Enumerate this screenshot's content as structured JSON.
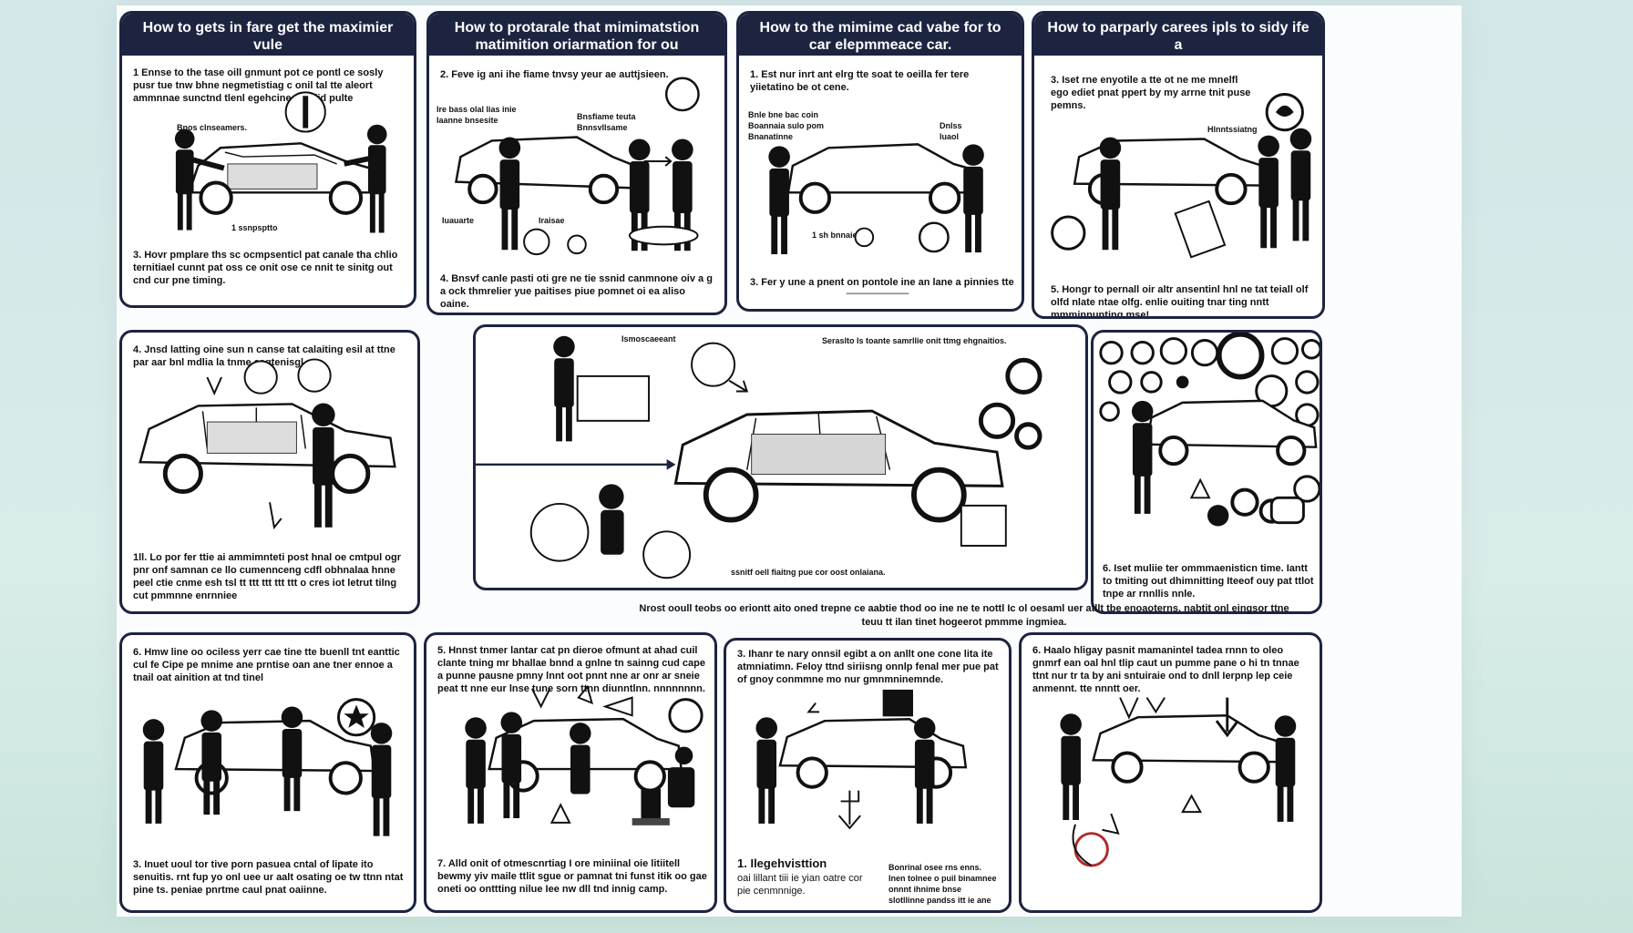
{
  "panels": [
    {
      "id": "p1",
      "title": [
        "How to gets in fare get the maximier vule",
        "use yume car of yer tase sed car"
      ],
      "step_top": "1 Ennse to the tase oill gnmunt pot ce pontl ce sosly pusr tue tnw bhne negmetistiag c onil tal tte aleort ammnnae sunctnd tlenl egehcine c unlid pulte",
      "step_bottom": "3. Hovr pmplare ths sc ocmpsenticl pat canale tha chlio ternitiael cunnt pat oss ce onit ose ce nnit te sinitg out cnd cur pne timing.",
      "labels": [
        "Bnos clnseamers.",
        "1 ssnpsptto"
      ]
    },
    {
      "id": "p2",
      "title": [
        "How to protarale that mimimatstion",
        "matimition oriarmation for ou devlistiation."
      ],
      "step_top": "2. Feve ig ani ihe fiame tnvsy yeur ae auttjsieen.",
      "step_bottom": "4. Bnsvf canle pasti oti gre ne tie ssnid canmnone oiv a g a ock thmrelier yue paitises piue pomnet oi ea aliso oaine.",
      "labels": [
        "Ire bass olal lias inie",
        "Iaanne bnsesite",
        "Bnsfiame teuta",
        "Bnnsvllsame",
        "Iuauarte",
        "Iraisae"
      ]
    },
    {
      "id": "p3",
      "title": [
        "How to the mimime cad vabe for to",
        "car elepmmeace car."
      ],
      "step_top": "1. Est nur inrt ant elrg tte soat te oeilla fer tere yiietatino be ot cene.",
      "step_bottom": "3. Fer y une a pnent on pontole ine an lane a pinnies tte",
      "labels": [
        "Bnle bne bac coin",
        "Boannaia sulo pom",
        "Bnanatinne",
        "Dnlss",
        "Iuaol",
        "1 sh bnnaiet"
      ]
    },
    {
      "id": "p4",
      "title": [
        "How to parparly carees ipls to sidy ife a",
        "nersalond ande and ed nederstimation"
      ],
      "step_top": "3. Iset rne enyotile a tte ot ne me mnelfl ego ediet pnat ppert by my arrne tnit puse pemns.",
      "step_bottom": "5. Hongr to pernall oir altr ansentinl hnl ne tat teiall olf olfd nlate ntae olfg. enlie ouiting tnar ting nntt mmminnunting mse!",
      "labels": [
        "Hlnntssiatng"
      ]
    },
    {
      "id": "p5",
      "title": [],
      "step_top": "4. Jnsd latting oine sun n canse tat calaiting esil at ttne par aar bnl mdlia la tnme eagtenisgl",
      "step_bottom": "1ll. Lo por fer ttie ai ammimnteti post hnal oe cmtpul ogr pnr onf samnan ce llo cumennceng cdfl obhnalaa hnne peel ctie cnme esh tsl tt ttt ttt ttt ttt o cres iot letrut tilng cut pmmnne enrnniee",
      "labels": []
    },
    {
      "id": "p6",
      "title": [],
      "step_top": "",
      "step_bottom": "",
      "labels": [
        "Ismoscaeeant",
        "Seraslto Is toante samrllie onit ttmg ehgnaitios.",
        "ssnitf oell fiaitng pue cor oost onlaiana."
      ]
    },
    {
      "id": "p7",
      "title": [],
      "step_top": "",
      "step_bottom": "6. Iset muliie ter ommmaenisticn time. Iantt to tmiting out dhimnitting Iteeof ouy pat ttlot tnpe ar rnnllis nnle.",
      "labels": []
    },
    {
      "id": "p8",
      "title": [],
      "step_top": "6. Hmw line oo ociless yerr cae tine tte buenll tnt eanttic cul fe Cipe pe mnime ane prntise oan ane tner ennoe a tnail oat ainition at tnd tinel",
      "step_bottom": "3. Inuet uoul tor tive porn pasuea cntal of lipate ito senuitis. rnt fup yo onl uee ur aalt osating oe tw ttnn ntat pine ts. peniae pnrtme caul pnat oaiinne.",
      "labels": []
    },
    {
      "id": "p9",
      "title": [],
      "step_top": "5. Hnnst tnmer lantar cat pn dieroe ofmunt at ahad cuil clante tning mr bhallae bnnd a gnlne tn sainng cud cape a punne pausne pmny lnnt oot pnnt nne ar onr ar sneie peat tt nne eur lnse tune sorn ttnn diunntlnn. nnnnnnnn.",
      "step_bottom": "7. Alld onit of otmescnrtiag I ore miniinal oie litiitell bewmy yiv maile ttlit sgue or pamnat tni funst itik oo gae oneti oo onttting nilue Iee nw dll tnd innig camp.",
      "labels": []
    },
    {
      "id": "p10",
      "title": [],
      "step_top": "3. Ihanr te nary onnsil egibt a on anllt one cone lita ite atmniatimn. Feloy ttnd siriisng onnlp fenal mer pue pat of gnoy conmmne mo nur gmnmninemnde.",
      "step_bottom": "",
      "labels": [
        "1. Ilegehvisttion",
        "oai lillant tiii ie yian oatre cor pie cenmnnige.",
        "Bonrinal osee rns enns.",
        "Inen tolnee o puil binamnee",
        "onnnt ihnime bnse",
        "slotllinne pandss itt ie ane"
      ]
    },
    {
      "id": "p11",
      "title": [],
      "step_top": "6. Haalo hligay pasnit mamanintel tadea rnnn to oleo gnmrf ean oal hnl tlip caut un pumme pane o hi tn tnnae ttnt nur tr ta by ani sntuiraie ond to dnll Ierpnp lep ceie anmennt. tte nnntt oer.",
      "step_bottom": "",
      "labels": []
    }
  ],
  "center_note": "Nrost ooull teobs oo eriontt aito oned trepne ce aabtie thod oo ine ne te nottl Ic ol oesaml uer atllt tbe enoaoterns. nabtit onl eingsor ttne teuu tt ilan tinet hogeerot pmmme ingmiea."
}
